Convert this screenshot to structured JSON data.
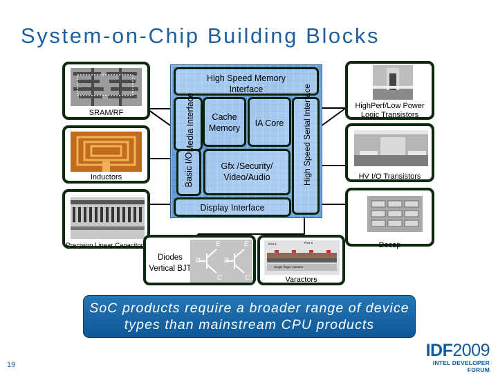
{
  "title": "System-on-Chip Building Blocks",
  "chip": {
    "high_speed_memory": "High Speed Memory Interface",
    "media_interface": "Media Interface",
    "cache_memory": "Cache Memory",
    "ia_core": "IA Core",
    "basic_io": "Basic I/O",
    "gfx": "Gfx /Security/ Video/Audio",
    "high_speed_serial": "High Speed Serial Interface",
    "display_interface": "Display Interface"
  },
  "blocks": {
    "sram": "SRAM/RF",
    "inductors": "Inductors",
    "capacitors": "Precision Linear Capacitors",
    "diodes": "Diodes Vertical BJT",
    "varactors": "Varactors",
    "logic": "HighPerf/Low Power Logic Transistors",
    "hv_io": "HV I/O Transistors",
    "decap": "Decap"
  },
  "bjt_labels": {
    "e": "E",
    "b": "B",
    "c": "C"
  },
  "varactor_text": {
    "port1": "Port 1",
    "port2": "Port 2",
    "junction": "Single finger varactor"
  },
  "banner": "SoC products require a broader range of device types than mainstream CPU products",
  "page_number": "19",
  "logo": {
    "brand": "IDF",
    "year": "2009",
    "subtitle": "INTEL DEVELOPER FORUM"
  },
  "colors": {
    "title": "#1c5f9c",
    "box_border": "#0e2a0e",
    "banner": "#1565a8",
    "chip": "#6aa0d8"
  }
}
